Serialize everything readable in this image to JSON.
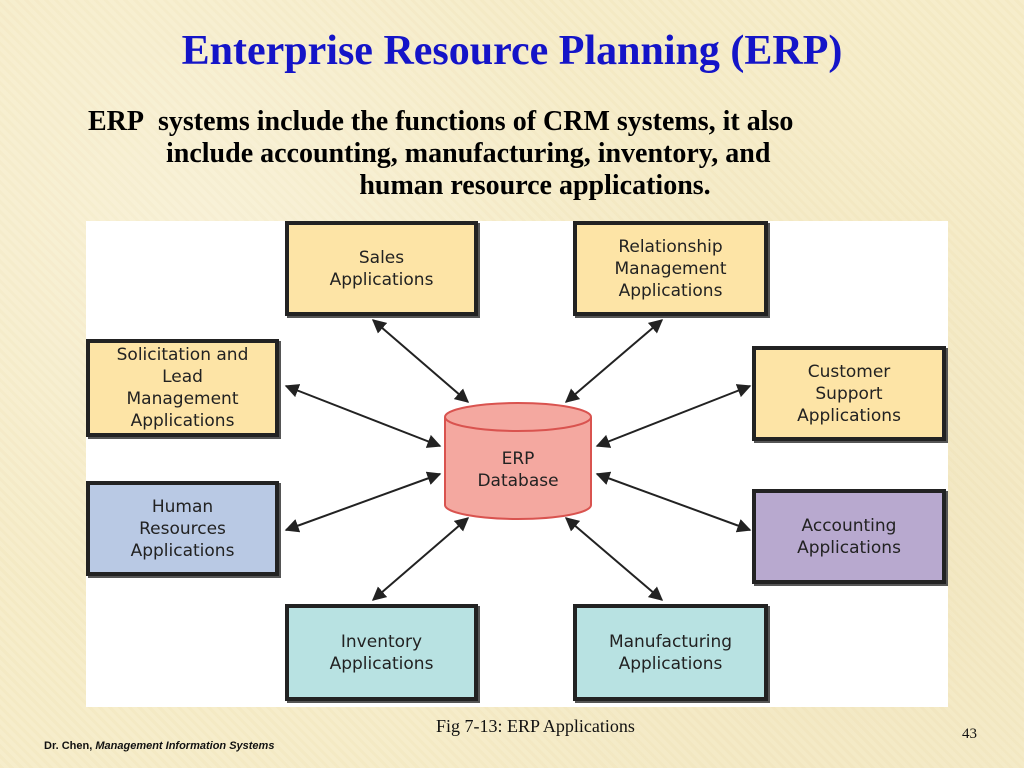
{
  "slide": {
    "title": "Enterprise Resource Planning (ERP)",
    "description": {
      "line1_lead": "ERP",
      "line1_rest": "systems include the functions of CRM systems, it also",
      "line2": "include accounting, manufacturing, inventory, and",
      "line3": "human resource applications."
    },
    "caption": "Fig 7-13: ERP  Applications",
    "footer_author": "Dr. Chen,",
    "footer_book": "Management Information Systems",
    "page_number": "43"
  },
  "diagram": {
    "center": {
      "label": "ERP\nDatabase",
      "color": "#f4a8a0",
      "border": "#d9534f"
    },
    "nodes": [
      {
        "id": "sales",
        "label": "Sales\nApplications",
        "color": "#fde4a6"
      },
      {
        "id": "relationship",
        "label": "Relationship\nManagement\nApplications",
        "color": "#fde4a6"
      },
      {
        "id": "solicitation",
        "label": "Solicitation and\nLead\nManagement\nApplications",
        "color": "#fde4a6"
      },
      {
        "id": "customer-support",
        "label": "Customer\nSupport\nApplications",
        "color": "#fde4a6"
      },
      {
        "id": "human-resources",
        "label": "Human\nResources\nApplications",
        "color": "#b9c9e4"
      },
      {
        "id": "accounting",
        "label": "Accounting\nApplications",
        "color": "#b8a9cf"
      },
      {
        "id": "inventory",
        "label": "Inventory\nApplications",
        "color": "#b8e2e2"
      },
      {
        "id": "manufacturing",
        "label": "Manufacturing\nApplications",
        "color": "#b8e2e2"
      }
    ]
  }
}
